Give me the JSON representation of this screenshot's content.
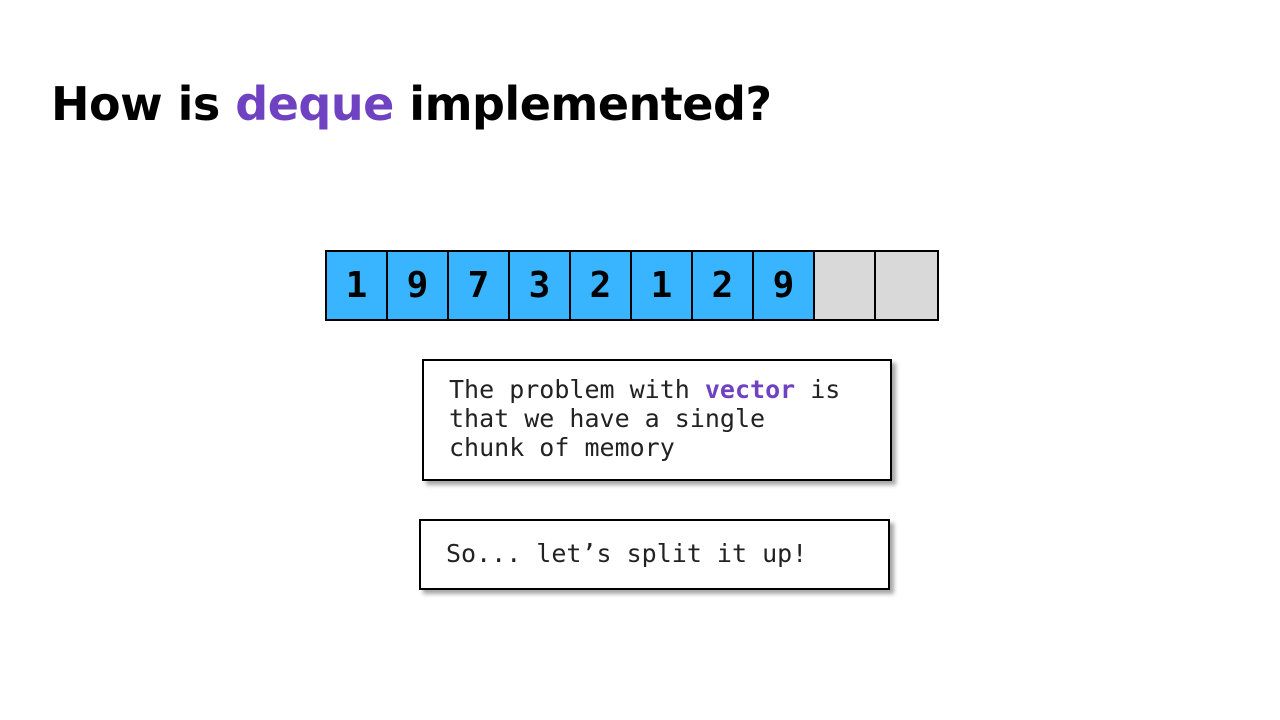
{
  "title": {
    "prefix": "How is ",
    "highlight": "deque",
    "suffix": " implemented?"
  },
  "array": {
    "values": [
      "1",
      "9",
      "7",
      "3",
      "2",
      "1",
      "2",
      "9",
      "",
      ""
    ],
    "filled_color": "#39b4ff",
    "empty_color": "#d9d9d9"
  },
  "notes": {
    "problem": {
      "line1_prefix": "The problem with ",
      "keyword": "vector",
      "line1_suffix": " is",
      "line2": "that we have a single",
      "line3": "chunk of memory"
    },
    "split": {
      "text": "So... let’s split it up!"
    }
  },
  "colors": {
    "accent": "#6f42c1"
  }
}
